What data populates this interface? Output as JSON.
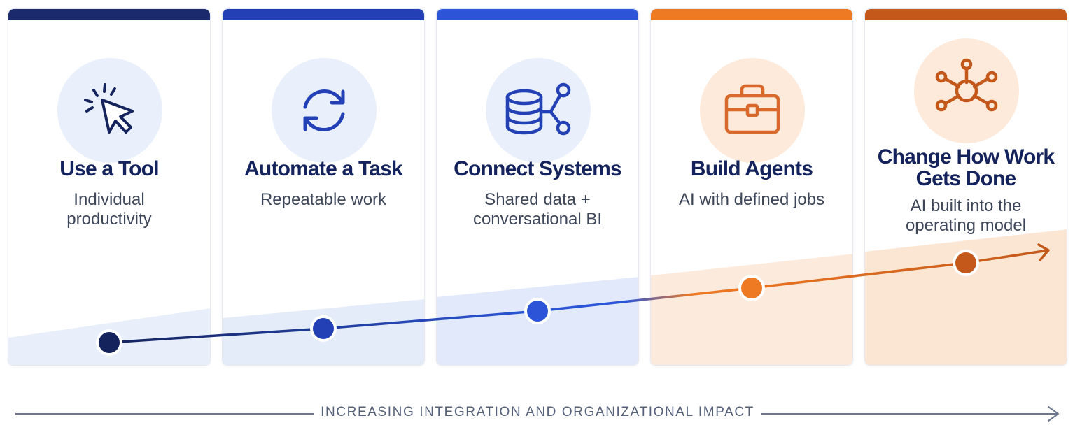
{
  "stages": [
    {
      "title": "Use a Tool",
      "subtitle": "Individual\nproductivity",
      "icon": "cursor-click-icon",
      "accent": "#1a2a6c"
    },
    {
      "title": "Automate a Task",
      "subtitle": "Repeatable work",
      "icon": "refresh-icon",
      "accent": "#2340b5"
    },
    {
      "title": "Connect Systems",
      "subtitle": "Shared data +\nconversational BI",
      "icon": "database-connect-icon",
      "accent": "#2b55d6"
    },
    {
      "title": "Build Agents",
      "subtitle": "AI with defined jobs",
      "icon": "briefcase-icon",
      "accent": "#ef7a24"
    },
    {
      "title": "Change How Work Gets Done",
      "subtitle": "AI built into the\noperating model",
      "icon": "network-hub-icon",
      "accent": "#c4581b"
    }
  ],
  "progress_axis_label": "INCREASING INTEGRATION AND ORGANIZATIONAL IMPACT",
  "colors": {
    "navy": "#15235c",
    "blue": "#2b55d6",
    "orange": "#ef7a24",
    "rust": "#c4581b",
    "gray": "#55607a"
  }
}
